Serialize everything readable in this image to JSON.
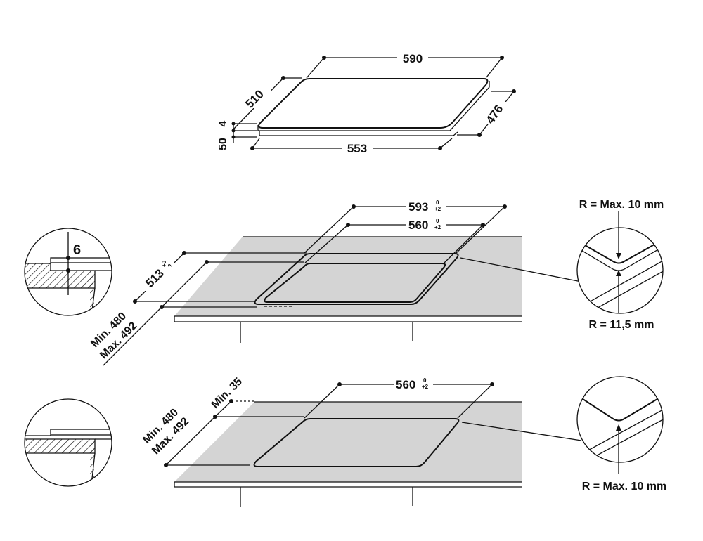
{
  "hob": {
    "width": "590",
    "depth": "510",
    "depth_inner": "476",
    "width_inner": "553",
    "height_total": "50",
    "height_glass": "4"
  },
  "flush_mount": {
    "outer_width": "593",
    "outer_width_tol_top": "0",
    "outer_width_tol_bottom": "+2",
    "inner_width": "560",
    "inner_width_tol_top": "0",
    "inner_width_tol_bottom": "+2",
    "outer_depth": "513",
    "outer_depth_tol_top": "+0",
    "outer_depth_tol_bottom": "2",
    "depth_min": "Min. 480",
    "depth_max": "Max. 492",
    "recess_depth": "6",
    "radius_outer": "R = Max. 10 mm",
    "radius_inner": "R = 11,5 mm"
  },
  "standard_mount": {
    "inner_width": "560",
    "inner_width_tol_top": "0",
    "inner_width_tol_bottom": "+2",
    "min_distance": "Min. 35",
    "depth_min": "Min. 480",
    "depth_max": "Max. 492",
    "radius": "R = Max. 10 mm"
  },
  "colors": {
    "line": "#111111",
    "worktop": "#d4d4d4",
    "background": "#ffffff"
  }
}
